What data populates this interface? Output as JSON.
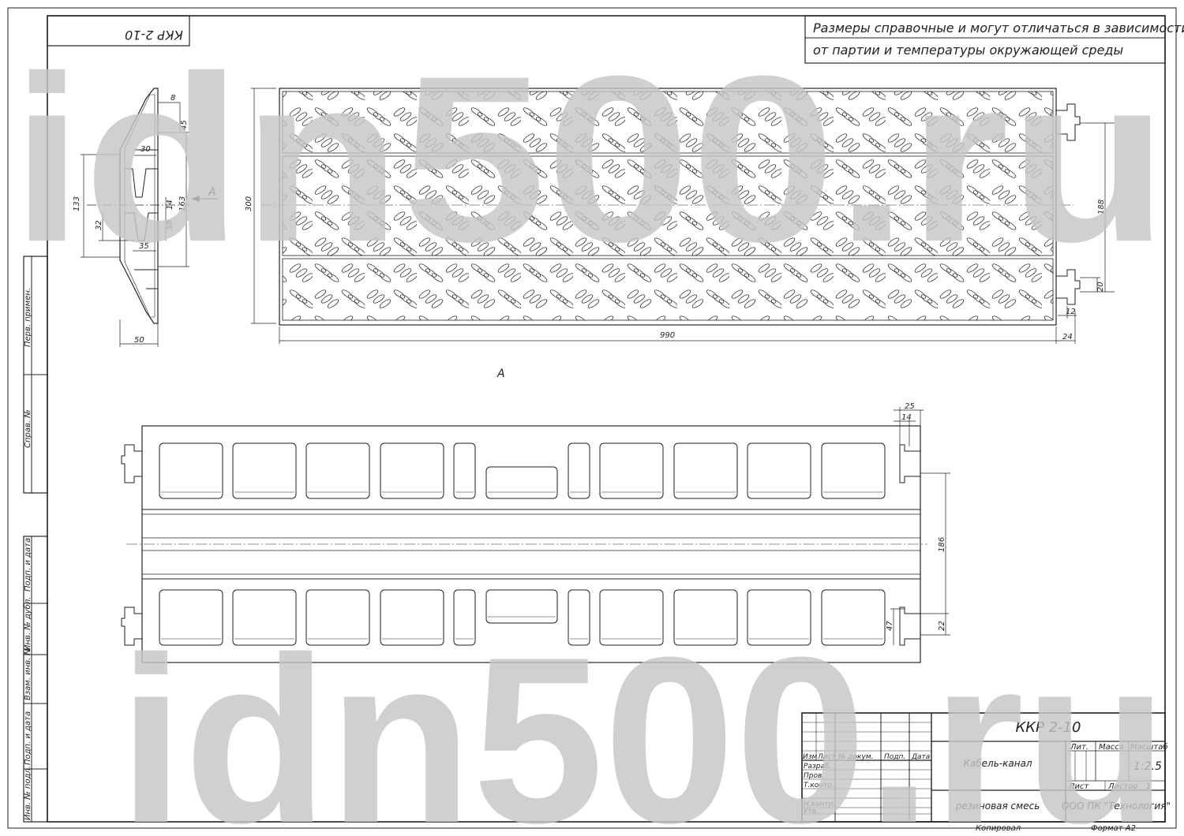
{
  "title_stamp_rotated": "ККР 2-10",
  "note": {
    "line1": "Размеры справочные и могут отличаться в зависимости",
    "line2": "от партии и температуры окружающей среды"
  },
  "watermark": "idn500.ru",
  "side_labels": [
    "Перв. примен.",
    "Справ. №",
    "Подп. и дата",
    "Инв. № дубл.",
    "Взам. инв. №",
    "Подп. и дата",
    "Инв. № подл."
  ],
  "section_marker": "A",
  "view_label": "A",
  "profile_dims": {
    "d8": "8",
    "d45": "45",
    "d30": "30",
    "d133": "133",
    "d14": "14",
    "d163": "163",
    "d32": "32",
    "d38": "38",
    "d35": "35",
    "d50": "50"
  },
  "top_dims": {
    "height": "300",
    "length": "990",
    "end": "24",
    "pitch": "188",
    "conn_h": "20",
    "conn_w": "12"
  },
  "bottom_dims": {
    "d25": "25",
    "d14": "14",
    "d186": "186",
    "d47": "47",
    "d22": "22"
  },
  "title_block": {
    "designation": "ККР 2-10",
    "name": "Кабель-канал",
    "material": "резиновая смесь",
    "company": "ООО ПК \"Технология\"",
    "col_headers": [
      "Изм",
      "Лист",
      "№ докум.",
      "Подп.",
      "Дата"
    ],
    "row_labels": [
      "Разраб.",
      "Пров.",
      "Т.контр.",
      "Н.контр.",
      "Утв."
    ],
    "lit_label": "Лит.",
    "mass_label": "Масса",
    "scale_label": "Масштаб",
    "scale": "1:2.5",
    "sheet_label": "Лист",
    "sheets_label": "Листов",
    "sheets": "1",
    "copied": "Копировал",
    "format": "Формат А2"
  }
}
